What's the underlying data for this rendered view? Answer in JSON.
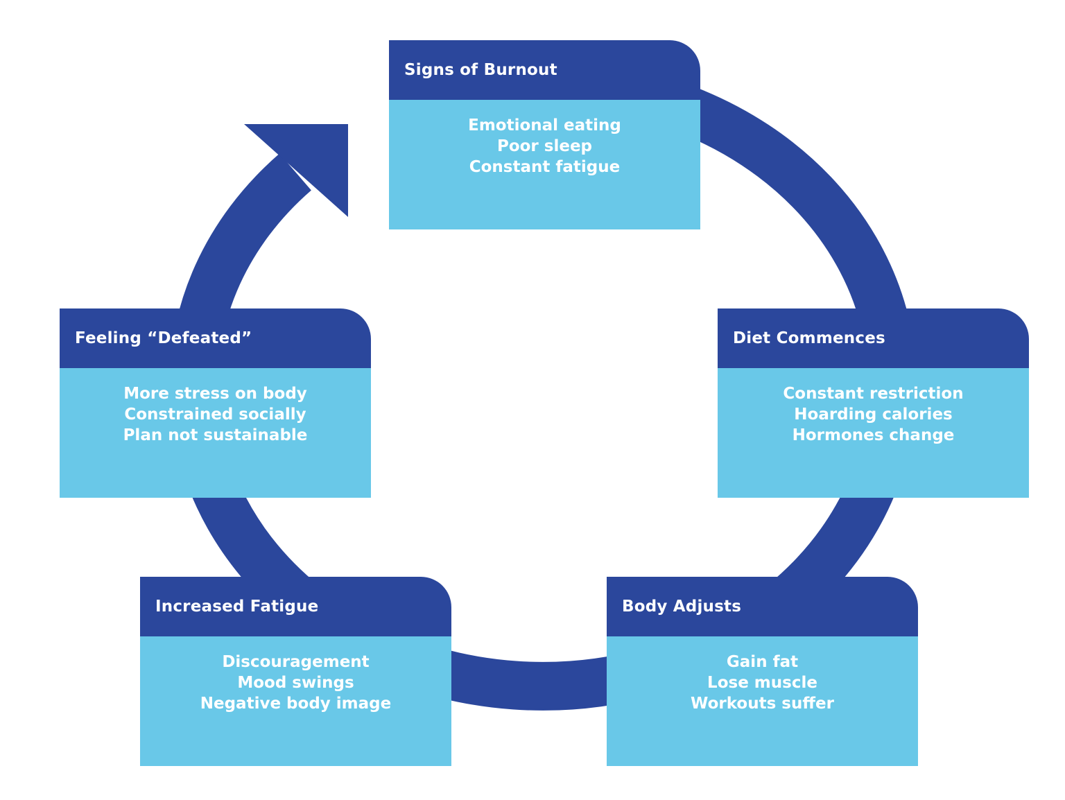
{
  "colors": {
    "dark_blue": "#2B479C",
    "light_blue": "#69C8E8",
    "text": "#FFFFFF"
  },
  "stages": [
    {
      "id": "signs-of-burnout",
      "title": "Signs of Burnout",
      "items": [
        "Emotional eating",
        "Poor sleep",
        "Constant fatigue"
      ]
    },
    {
      "id": "diet-commences",
      "title": "Diet Commences",
      "items": [
        "Constant restriction",
        "Hoarding calories",
        "Hormones change"
      ]
    },
    {
      "id": "body-adjusts",
      "title": "Body Adjusts",
      "items": [
        "Gain fat",
        "Lose muscle",
        "Workouts suffer"
      ]
    },
    {
      "id": "increased-fatigue",
      "title": "Increased Fatigue",
      "items": [
        "Discouragement",
        "Mood swings",
        "Negative body image"
      ]
    },
    {
      "id": "feeling-defeated",
      "title": "Feeling “Defeated”",
      "items": [
        "More stress on body",
        "Constrained socially",
        "Plan not sustainable"
      ]
    }
  ]
}
